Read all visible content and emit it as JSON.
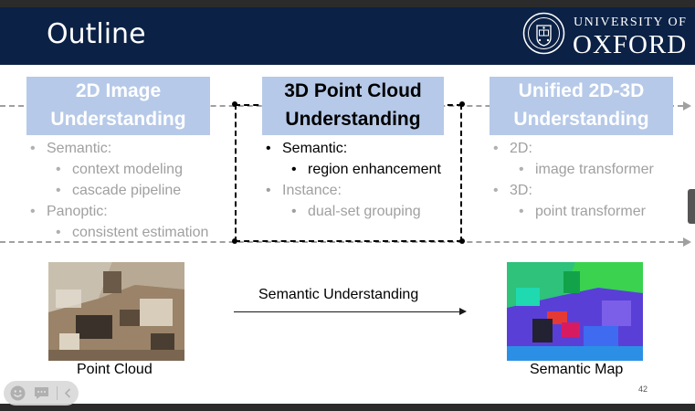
{
  "slide": {
    "title": "Outline",
    "logo": {
      "line1": "UNIVERSITY OF",
      "line2": "OXFORD",
      "crest_icon": "oxford-crest-icon"
    },
    "columns": [
      {
        "heading_line1": "2D Image",
        "heading_line2": "Understanding",
        "state": "faded",
        "bullets": [
          {
            "text": "Semantic:",
            "children": [
              "context modeling",
              "cascade pipeline"
            ]
          },
          {
            "text": "Panoptic:",
            "children": [
              "consistent estimation"
            ]
          }
        ]
      },
      {
        "heading_line1": "3D Point Cloud",
        "heading_line2": "Understanding",
        "state": "active",
        "bullets": [
          {
            "text": "Semantic:",
            "children": [
              "region enhancement"
            ]
          },
          {
            "text": "Instance:",
            "children": [
              "dual-set grouping"
            ]
          }
        ]
      },
      {
        "heading_line1": "Unified 2D-3D",
        "heading_line2": "Understanding",
        "state": "faded",
        "bullets": [
          {
            "text": "2D:",
            "children": [
              "image transformer"
            ]
          },
          {
            "text": "3D:",
            "children": [
              "point transformer"
            ]
          }
        ]
      }
    ],
    "flow": {
      "label": "Semantic Understanding",
      "left_caption": "Point Cloud",
      "right_caption": "Semantic Map"
    },
    "page_number": "42"
  },
  "colors": {
    "header_bg": "#0b2145",
    "topic_bg": "#b6c9e8",
    "faded_text": "#a0a0a0",
    "dash_line": "#a0a0a0"
  },
  "toolbar": {
    "icons": [
      "smiley-icon",
      "chat-icon",
      "chevron-left-icon"
    ]
  }
}
